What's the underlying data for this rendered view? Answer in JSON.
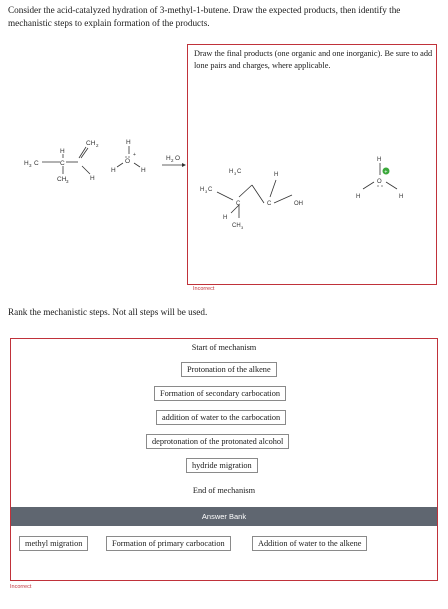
{
  "question1": "Consider the acid-catalyzed hydration of 3-methyl-1-butene. Draw the expected products, then identify the mechanistic steps to explain formation of the products.",
  "reactant": {
    "labels": [
      "H",
      "CH",
      "2",
      "H",
      "3",
      "C",
      "C",
      "CH",
      "3",
      "H",
      "H",
      "O",
      "+",
      "H",
      "H",
      "H",
      "2",
      "O"
    ]
  },
  "draw_box": {
    "prompt": "Draw the final products (one organic and one inorganic). Be sure to add lone pairs and charges, where applicable.",
    "status": "Incorrect"
  },
  "organic_product": {
    "labels": [
      "H",
      "3",
      "C",
      "H",
      "3",
      "C",
      "C",
      "H",
      "C",
      "H",
      "OH",
      "CH",
      "3"
    ]
  },
  "inorganic_product": {
    "labels": [
      "H",
      "H",
      "O",
      "H",
      "+"
    ]
  },
  "question2": "Rank the mechanistic steps. Not all steps will be used.",
  "ranking": {
    "start_label": "Start of mechanism",
    "steps": [
      "Protonation of the alkene",
      "Formation of secondary carbocation",
      "addition of water to the carbocation",
      "deprotonation of the protonated alcohol",
      "hydride migration"
    ],
    "end_label": "End of mechanism",
    "bank_title": "Answer Bank",
    "bank_items": [
      "methyl migration",
      "Formation of primary carbocation",
      "Addition of water to the alkene"
    ],
    "status": "Incorrect"
  }
}
